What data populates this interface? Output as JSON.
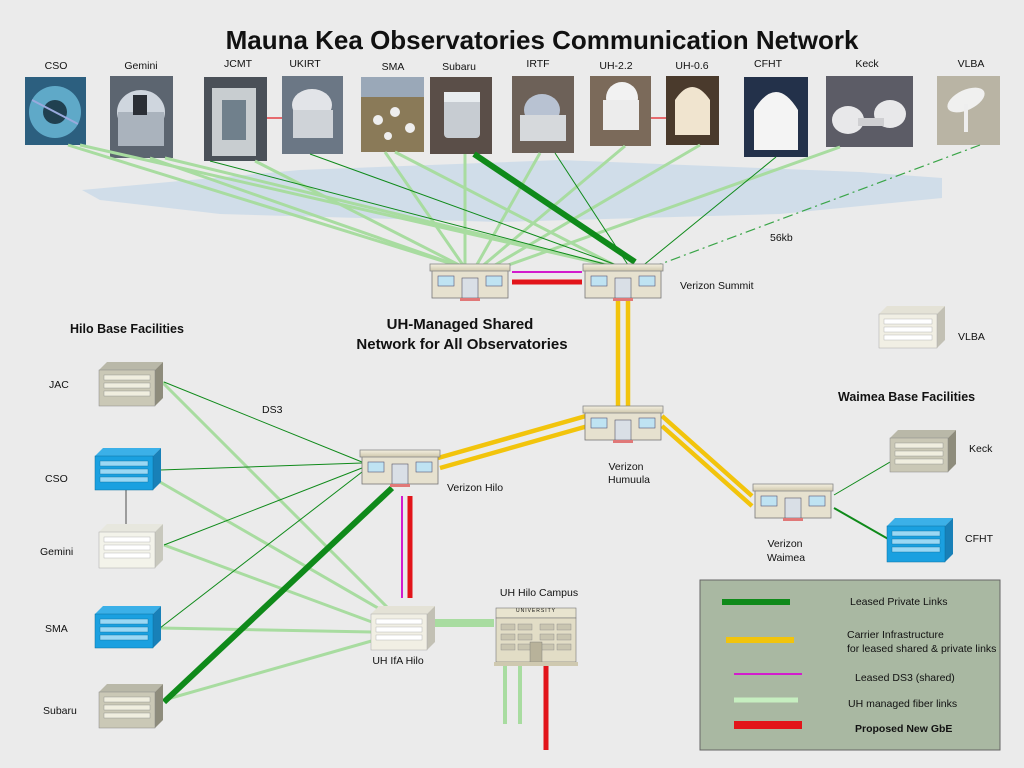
{
  "title": "Mauna Kea Observatories Communication Network",
  "colors": {
    "title": "#1a1aa8",
    "leased_private": "#0f8a1a",
    "carrier": "#f2c40c",
    "ds3": "#d21ccd",
    "uh_fiber": "#a8dca0",
    "proposed_gbe": "#e2141a",
    "legend_bg": "#a9b8a2"
  },
  "telescopes": [
    {
      "id": "cso",
      "label": "CSO"
    },
    {
      "id": "gemini",
      "label": "Gemini"
    },
    {
      "id": "jcmt",
      "label": "JCMT"
    },
    {
      "id": "ukirt",
      "label": "UKIRT"
    },
    {
      "id": "sma",
      "label": "SMA"
    },
    {
      "id": "subaru",
      "label": "Subaru"
    },
    {
      "id": "irtf",
      "label": "IRTF"
    },
    {
      "id": "uh22",
      "label": "UH-2.2"
    },
    {
      "id": "uh06",
      "label": "UH-0.6"
    },
    {
      "id": "cfht",
      "label": "CFHT"
    },
    {
      "id": "keck",
      "label": "Keck"
    },
    {
      "id": "vlba",
      "label": "VLBA"
    }
  ],
  "labels": {
    "verizon_summit": "Verizon Summit",
    "link_56kb": "56kb",
    "uh_managed_line1": "UH-Managed Shared",
    "uh_managed_line2": "Network for All Observatories",
    "hilo_base": "Hilo Base Facilities",
    "waimea_base": "Waimea Base Facilities",
    "vlba_base": "VLBA",
    "keck_base": "Keck",
    "cfht_base": "CFHT",
    "jac": "JAC",
    "cso_base": "CSO",
    "gemini_base": "Gemini",
    "sma_base": "SMA",
    "subaru_base": "Subaru",
    "ds3": "DS3",
    "verizon_hilo": "Verizon Hilo",
    "verizon_humuula_1": "Verizon",
    "verizon_humuula_2": "Humuula",
    "verizon_waimea_1": "Verizon",
    "verizon_waimea_2": "Waimea",
    "uh_hilo_campus": "UH Hilo Campus",
    "university_sign": "UNIVERSITY",
    "uh_ifa_hilo": "UH IfA  Hilo"
  },
  "legend": [
    {
      "id": "leased_private",
      "label": "Leased Private Links"
    },
    {
      "id": "carrier",
      "label": "Carrier Infrastructure",
      "label2": "for leased shared & private links"
    },
    {
      "id": "ds3",
      "label": "Leased DS3 (shared)"
    },
    {
      "id": "uh_fiber",
      "label": "UH managed fiber links"
    },
    {
      "id": "proposed_gbe",
      "label": "Proposed New GbE"
    }
  ]
}
